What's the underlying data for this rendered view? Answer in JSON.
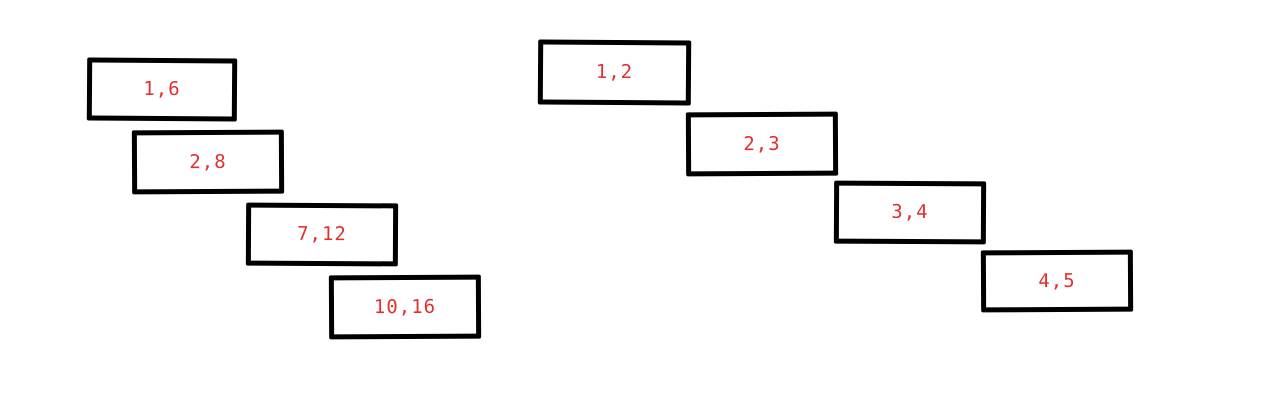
{
  "label_color": "#e03131",
  "border_color": "#000000",
  "left_group": {
    "intervals": [
      {
        "label": "1,6"
      },
      {
        "label": "2,8"
      },
      {
        "label": "7,12"
      },
      {
        "label": "10,16"
      }
    ]
  },
  "right_group": {
    "intervals": [
      {
        "label": "1,2"
      },
      {
        "label": "2,3"
      },
      {
        "label": "3,4"
      },
      {
        "label": "4,5"
      }
    ]
  }
}
